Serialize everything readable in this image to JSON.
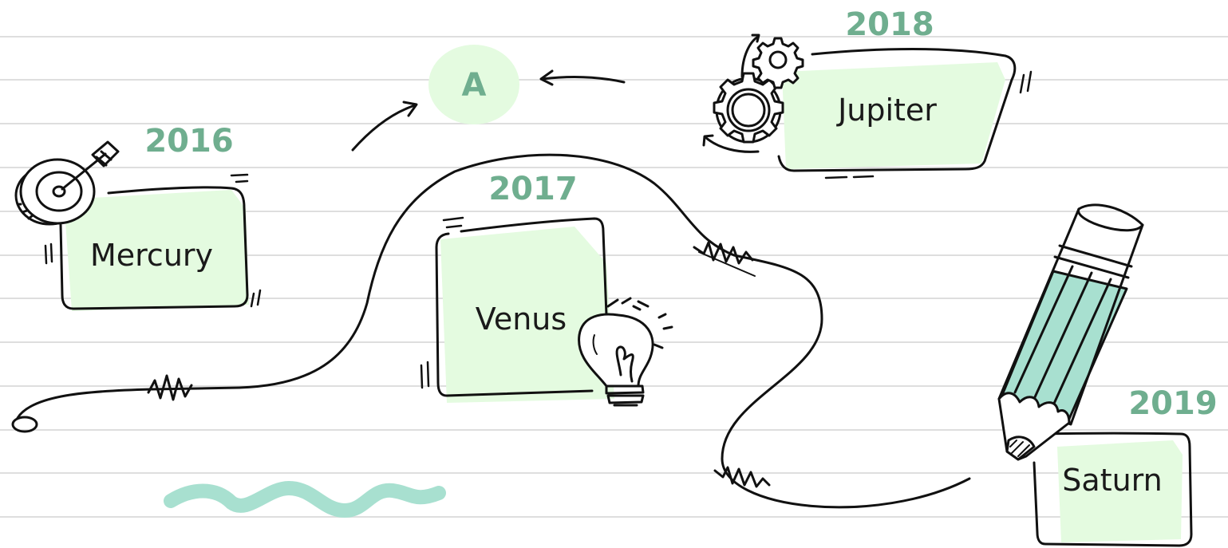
{
  "marker": {
    "label": "A"
  },
  "milestones": [
    {
      "year": "2016",
      "label": "Mercury",
      "icon": "target-icon"
    },
    {
      "year": "2017",
      "label": "Venus",
      "icon": "lightbulb-icon"
    },
    {
      "year": "2018",
      "label": "Jupiter",
      "icon": "gears-icon"
    },
    {
      "year": "2019",
      "label": "Saturn",
      "icon": "pencil-icon"
    }
  ],
  "colors": {
    "accent": "#6fae8f",
    "box_fill": "#e4fbe0",
    "brush": "#a8e0d0",
    "ink": "#111111",
    "rule_lines": "#dedede"
  }
}
